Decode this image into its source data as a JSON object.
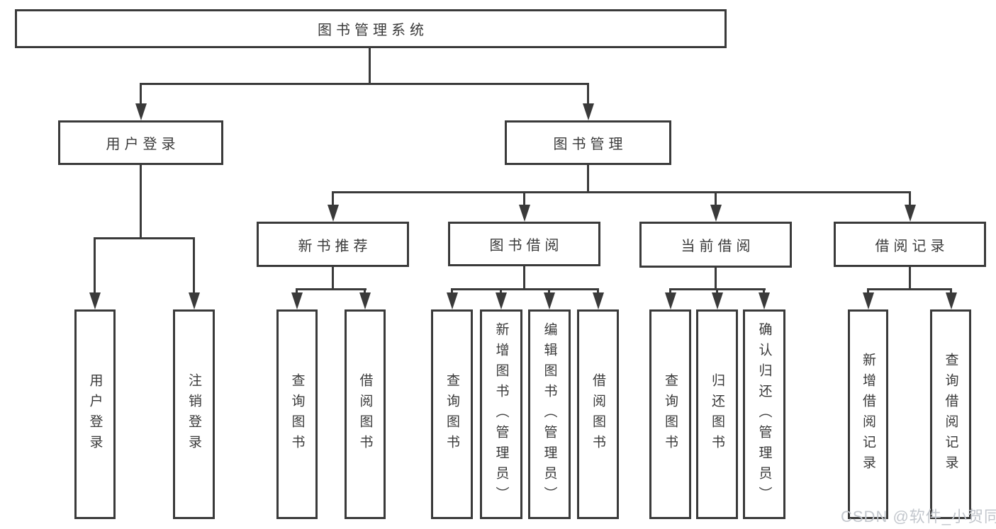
{
  "tree": {
    "root": {
      "label": "图书管理系统"
    },
    "branches": [
      {
        "label": "用户登录",
        "children": [
          {
            "label": "用户登录"
          },
          {
            "label": "注销登录"
          }
        ]
      },
      {
        "label": "图书管理",
        "children": [
          {
            "label": "新书推荐",
            "children": [
              {
                "label": "查询图书"
              },
              {
                "label": "借阅图书"
              }
            ]
          },
          {
            "label": "图书借阅",
            "children": [
              {
                "label": "查询图书"
              },
              {
                "label": "新增图书（管理员）"
              },
              {
                "label": "编辑图书（管理员）"
              },
              {
                "label": "借阅图书"
              }
            ]
          },
          {
            "label": "当前借阅",
            "children": [
              {
                "label": "查询图书"
              },
              {
                "label": "归还图书"
              },
              {
                "label": "确认归还（管理员）"
              }
            ]
          },
          {
            "label": "借阅记录",
            "children": [
              {
                "label": "新增借阅记录"
              },
              {
                "label": "查询借阅记录"
              }
            ]
          }
        ]
      }
    ]
  },
  "watermark": {
    "text": "CSDN @软件_小贺同学"
  },
  "colors": {
    "line": "#3a3a3a",
    "box_border": "#3a3a3a",
    "box_background": "#ffffff",
    "text": "#3a3a3a",
    "watermark_text": "#c3c7cd",
    "page_background": "#ffffff"
  }
}
